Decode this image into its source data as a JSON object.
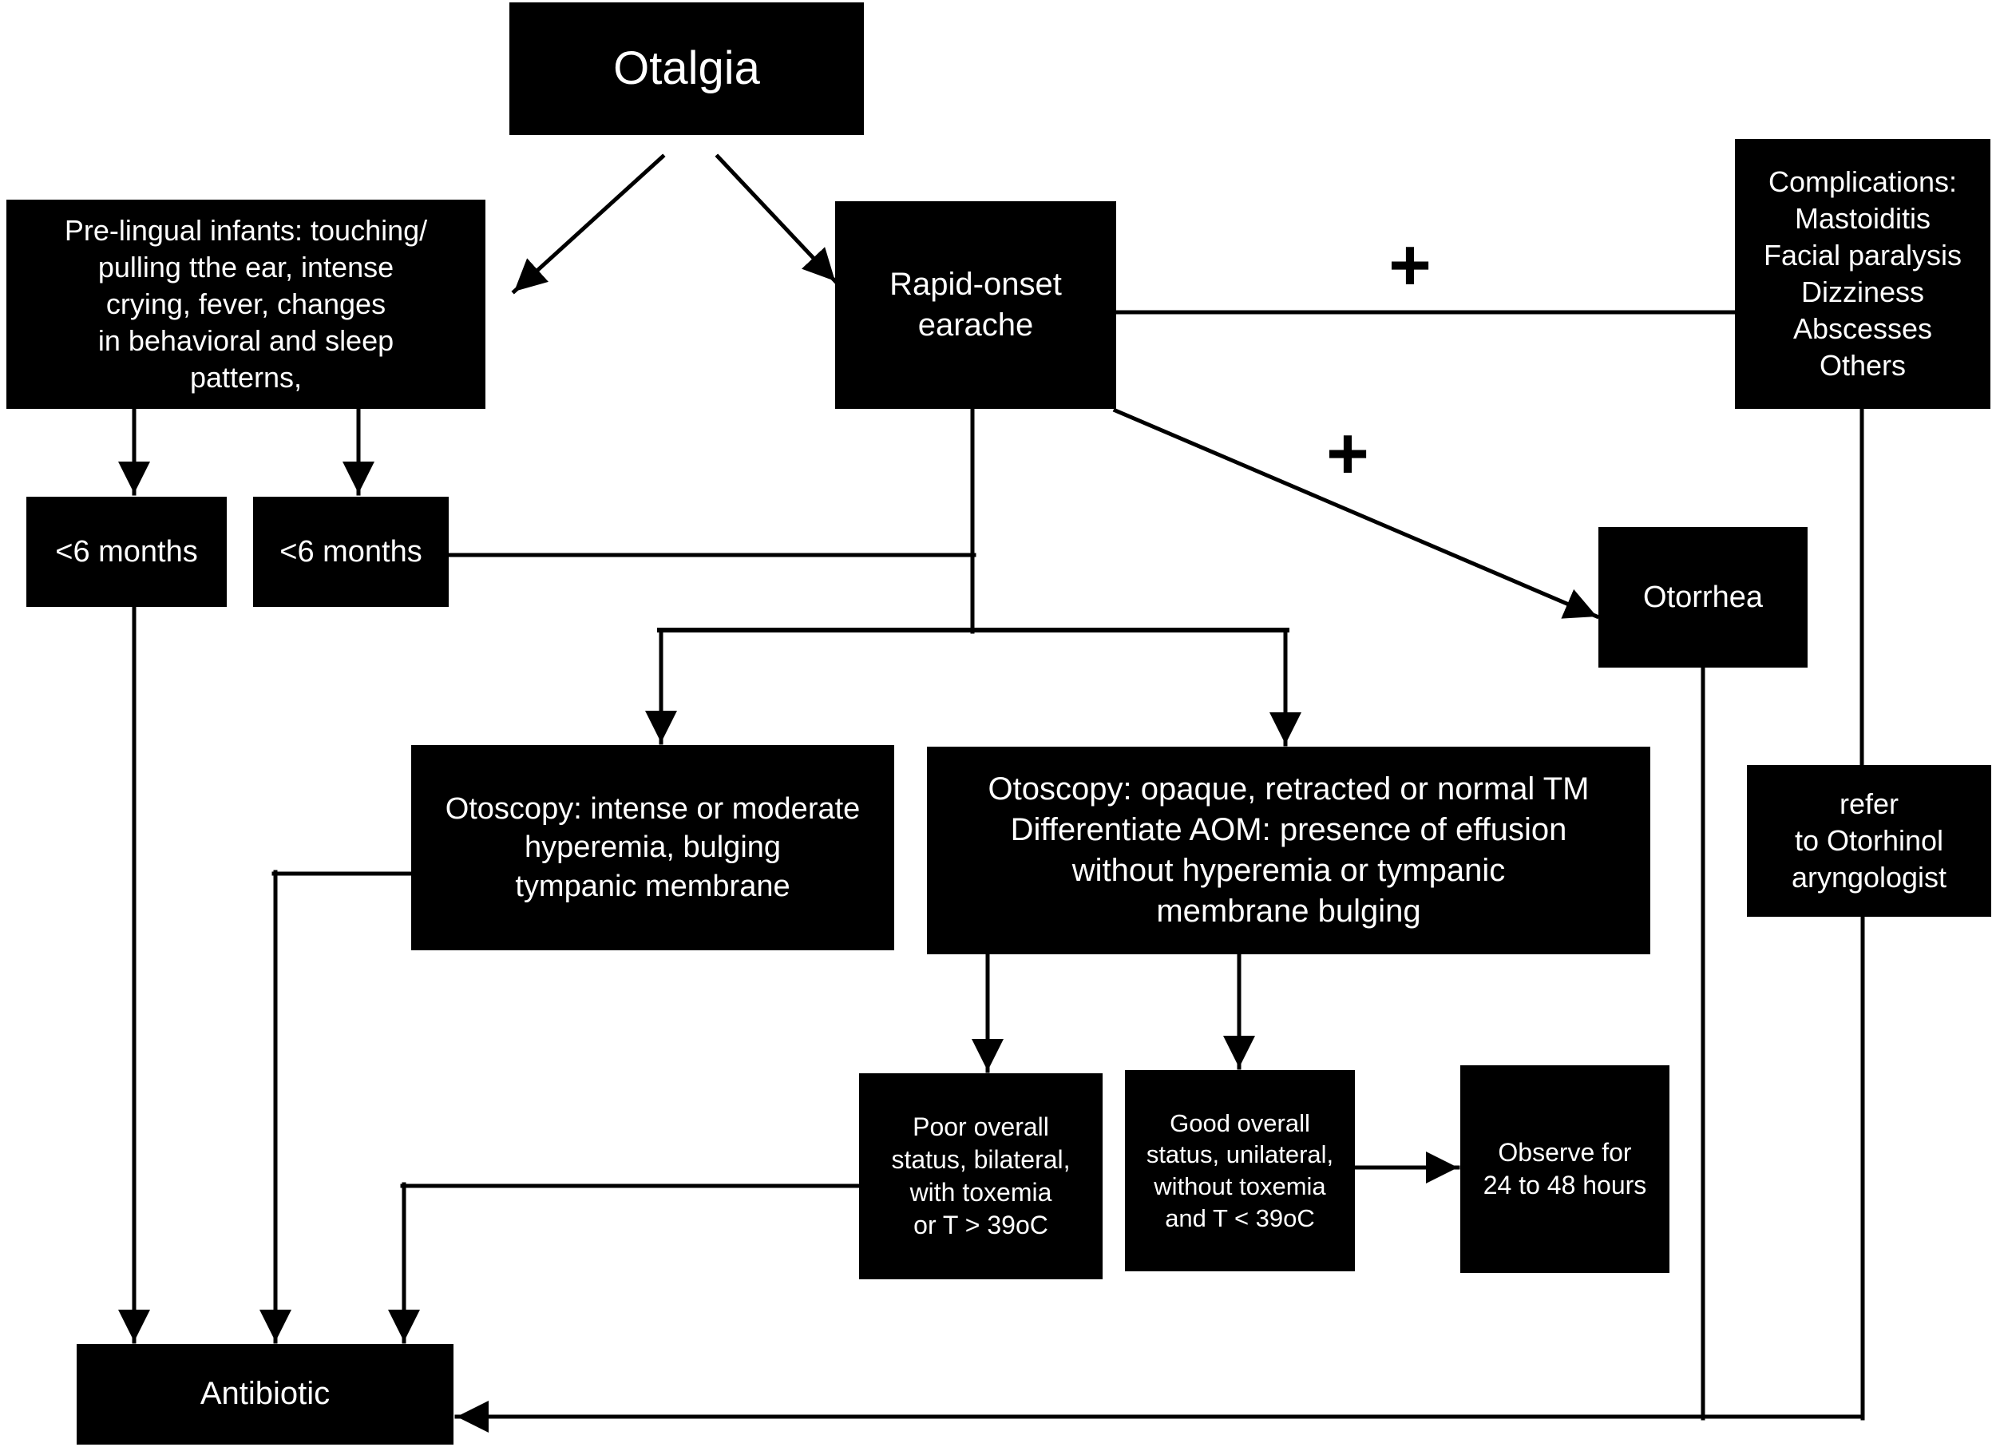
{
  "figure": {
    "background": "#ffffff",
    "node_fill": "#000000",
    "node_text_color": "#ffffff",
    "line_color": "#000000"
  },
  "nodes": {
    "otalgia": {
      "label": "Otalgia"
    },
    "prelingual": {
      "lines": [
        "Pre-lingual infants: touching/",
        "pulling tthe ear, intense",
        "crying, fever, changes",
        "in behavioral and sleep",
        "patterns,"
      ]
    },
    "rapid_onset": {
      "lines": [
        "Rapid-onset",
        "earache"
      ]
    },
    "complications": {
      "lines": [
        "Complications:",
        "Mastoiditis",
        "Facial paralysis",
        "Dizziness",
        "Abscesses",
        "Others"
      ]
    },
    "under6_left": {
      "label": "<6 months"
    },
    "under6_right": {
      "label": "<6 months"
    },
    "otorrhea": {
      "label": "Otorrhea"
    },
    "otoscopy_aom": {
      "lines": [
        "Otoscopy: intense or moderate",
        "hyperemia, bulging",
        "tympanic membrane"
      ]
    },
    "otoscopy_differentiate": {
      "lines": [
        "Otoscopy: opaque, retracted or normal TM",
        "Differentiate AOM: presence of effusion",
        "without hyperemia or tympanic",
        "membrane bulging"
      ]
    },
    "refer": {
      "lines": [
        "refer",
        "to Otorhinol",
        "aryngologist"
      ]
    },
    "poor_status": {
      "lines": [
        "Poor overall",
        "status, bilateral,",
        "with toxemia",
        "or T > 39oC"
      ]
    },
    "good_status": {
      "lines": [
        "Good overall",
        "status, unilateral,",
        "without toxemia",
        "and T < 39oC"
      ]
    },
    "observe": {
      "lines": [
        "Observe for",
        "24 to 48 hours"
      ]
    },
    "antibiotic": {
      "label": "Antibiotic"
    }
  },
  "annotations": {
    "plus_complications": "+",
    "plus_otorrhea": "+"
  }
}
